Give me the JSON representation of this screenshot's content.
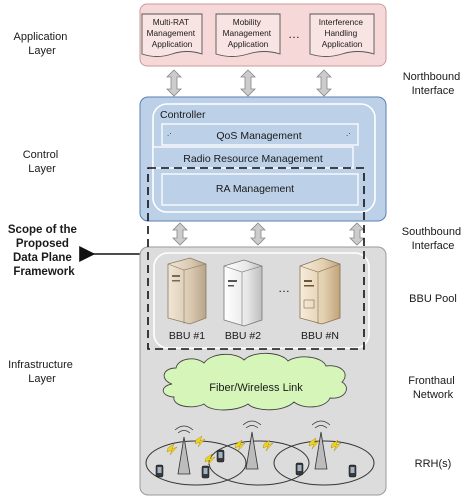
{
  "left_labels": {
    "application": [
      "Application",
      "Layer"
    ],
    "control": [
      "Control",
      "Layer"
    ],
    "infrastructure": [
      "Infrastructure",
      "Layer"
    ],
    "scope": [
      "Scope of the",
      "Proposed",
      "Data Plane",
      "Framework"
    ]
  },
  "right_labels": {
    "northbound": [
      "Northbound",
      "Interface"
    ],
    "southbound": [
      "Southbound",
      "Interface"
    ],
    "bbu_pool": [
      "BBU Pool"
    ],
    "fronthaul": [
      "Fronthaul",
      "Network"
    ],
    "rrh": [
      "RRH(s)"
    ]
  },
  "application_layer": {
    "apps": [
      [
        "Multi-RAT",
        "Management",
        "Application"
      ],
      [
        "Mobility",
        "Management",
        "Application"
      ],
      [
        "Interference",
        "Handling",
        "Application"
      ]
    ],
    "ellipsis": "…"
  },
  "control_layer": {
    "controller_label": "Controller",
    "qos": "QoS Management",
    "rrm": "Radio Resource Management",
    "ra": "RA Management"
  },
  "infrastructure_layer": {
    "bbu_labels": [
      "BBU #1",
      "BBU #2",
      "BBU #N"
    ],
    "bbu_ellipsis": "…",
    "link_label": "Fiber/Wireless Link"
  },
  "colors": {
    "app_fill": "#f6d8d8",
    "app_stroke": "#c99a9a",
    "control_fill": "#bcd0e8",
    "control_stroke": "#5b7fb0",
    "infra_fill": "#dcdcdc",
    "infra_stroke": "#9a9a9a",
    "cloud_fill": "#d6f5b8",
    "arrow_fill": "#cccccc"
  }
}
